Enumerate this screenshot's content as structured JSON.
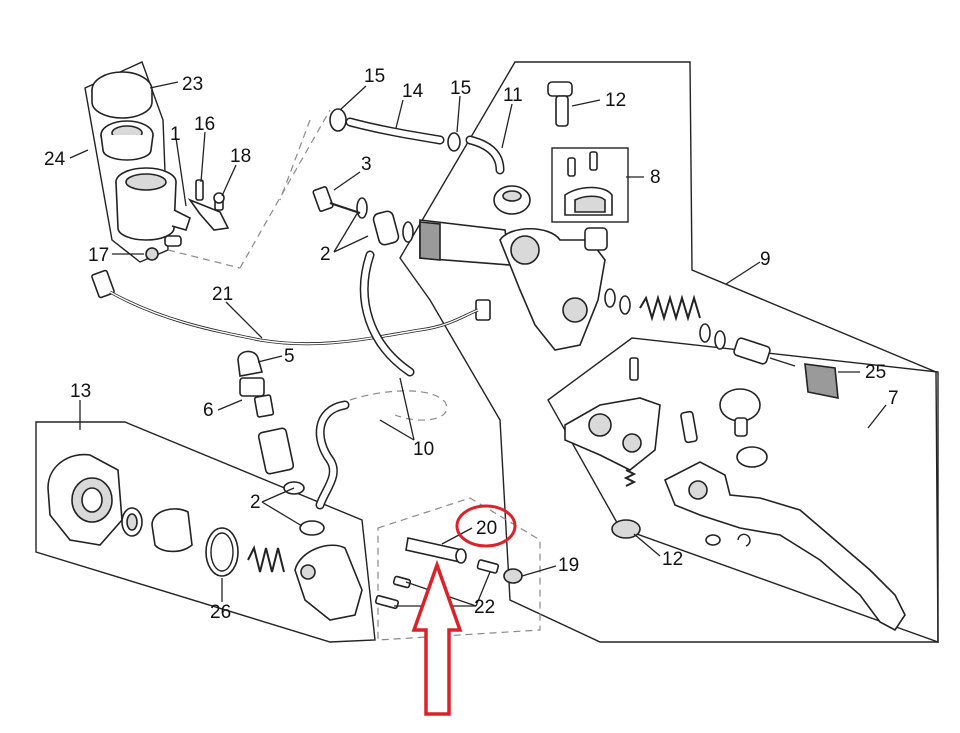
{
  "diagram": {
    "callouts": [
      {
        "id": "c23",
        "label": "23"
      },
      {
        "id": "c1",
        "label": "1"
      },
      {
        "id": "c16",
        "label": "16"
      },
      {
        "id": "c24",
        "label": "24"
      },
      {
        "id": "c18",
        "label": "18"
      },
      {
        "id": "c17",
        "label": "17"
      },
      {
        "id": "c15a",
        "label": "15"
      },
      {
        "id": "c14",
        "label": "14"
      },
      {
        "id": "c15b",
        "label": "15"
      },
      {
        "id": "c11",
        "label": "11"
      },
      {
        "id": "c12a",
        "label": "12"
      },
      {
        "id": "c3",
        "label": "3"
      },
      {
        "id": "c8",
        "label": "8"
      },
      {
        "id": "c2a",
        "label": "2"
      },
      {
        "id": "c9",
        "label": "9"
      },
      {
        "id": "c21",
        "label": "21"
      },
      {
        "id": "c5",
        "label": "5"
      },
      {
        "id": "c25",
        "label": "25"
      },
      {
        "id": "c13",
        "label": "13"
      },
      {
        "id": "c6",
        "label": "6"
      },
      {
        "id": "c7",
        "label": "7"
      },
      {
        "id": "c10",
        "label": "10"
      },
      {
        "id": "c2b",
        "label": "2"
      },
      {
        "id": "c20",
        "label": "20"
      },
      {
        "id": "c12b",
        "label": "12"
      },
      {
        "id": "c19",
        "label": "19"
      },
      {
        "id": "c22",
        "label": "22"
      },
      {
        "id": "c26",
        "label": "26"
      }
    ],
    "highlight": {
      "part": "20",
      "color": "#d9232a"
    }
  }
}
